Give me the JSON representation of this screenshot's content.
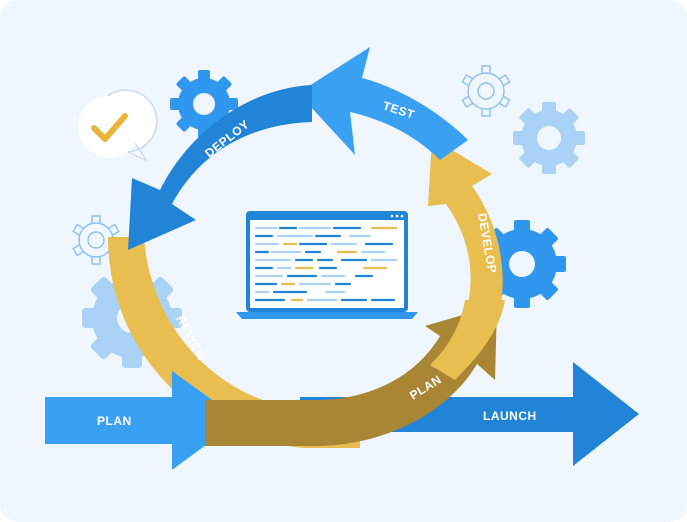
{
  "labels": {
    "plan_in": "PLAN",
    "launch": "LAUNCH",
    "deploy": "DEPLOY",
    "test": "TEST",
    "develop": "DEVELOP",
    "review": "REVIEW",
    "plan_cycle": "PLAN"
  },
  "icons": {
    "check_bubble": "checkmark-bubble-icon",
    "gear": "gear-icon",
    "laptop": "laptop-code-icon"
  },
  "colors": {
    "background": "#eff6fd",
    "blue_dark": "#2284d6",
    "blue_light": "#3aa0f2",
    "yellow": "#e8be50",
    "olive": "#a98634",
    "gear_light": "#a9d2f6",
    "gear_mid": "#2f97ee",
    "check": "#e7b33a"
  }
}
